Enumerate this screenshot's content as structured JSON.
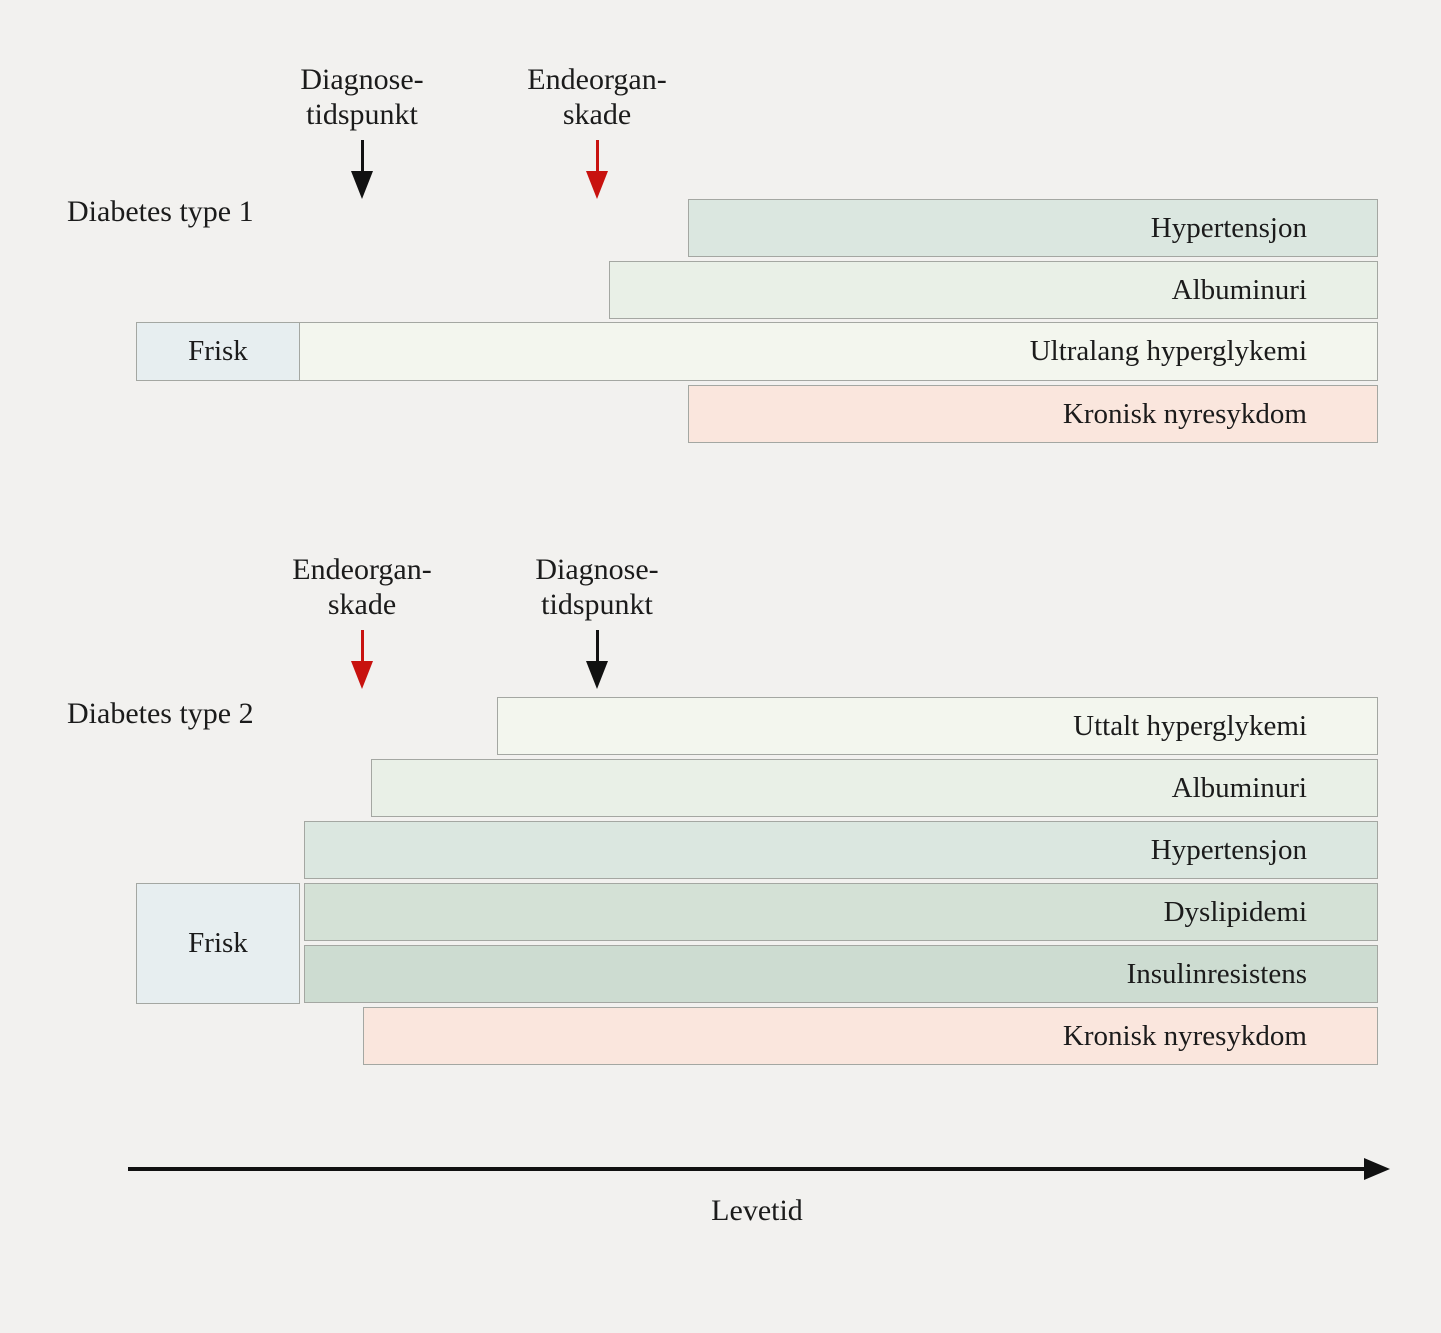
{
  "colors": {
    "background": "#f2f1ef",
    "text": "#1b1b1b",
    "border": "#a4a7a2",
    "arrow_black": "#111111",
    "arrow_red": "#c8120f",
    "frisk": "#e7eef0"
  },
  "axis": {
    "label": "Levetid"
  },
  "type1": {
    "title": "Diabetes type 1",
    "frisk_label": "Frisk",
    "diagnosis_annotation": {
      "line1": "Diagnose-",
      "line2": "tidspunkt"
    },
    "endorgan_annotation": {
      "line1": "Endeorgan-",
      "line2": "skade"
    },
    "bars": [
      {
        "label": "Hypertensjon",
        "color": "#dbe7e0"
      },
      {
        "label": "Albuminuri",
        "color": "#e9f0e7"
      },
      {
        "label": "Ultralang hyperglykemi",
        "color": "#f3f6ee"
      },
      {
        "label": "Kronisk nyresykdom",
        "color": "#fae6dd"
      }
    ]
  },
  "type2": {
    "title": "Diabetes type 2",
    "frisk_label": "Frisk",
    "endorgan_annotation": {
      "line1": "Endeorgan-",
      "line2": "skade"
    },
    "diagnosis_annotation": {
      "line1": "Diagnose-",
      "line2": "tidspunkt"
    },
    "bars": [
      {
        "label": "Uttalt hyperglykemi",
        "color": "#f3f6ee"
      },
      {
        "label": "Albuminuri",
        "color": "#e9f0e7"
      },
      {
        "label": "Hypertensjon",
        "color": "#dbe7e0"
      },
      {
        "label": "Dyslipidemi",
        "color": "#d4e1d6"
      },
      {
        "label": "Insulinresistens",
        "color": "#cddcd1"
      },
      {
        "label": "Kronisk nyresykdom",
        "color": "#fae6dd"
      }
    ]
  }
}
